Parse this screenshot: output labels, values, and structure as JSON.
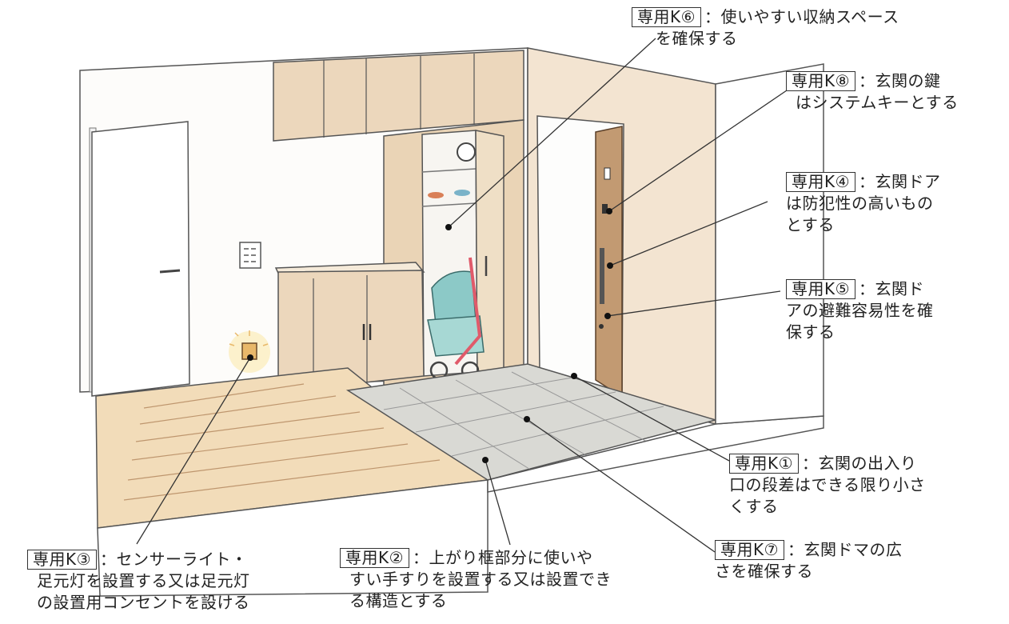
{
  "callouts": {
    "k6": {
      "tag": "専用K⑥",
      "text1": "：使いやすい収納スペース",
      "text2": "を確保する"
    },
    "k8": {
      "tag": "専用K⑧",
      "text1": "：玄関の鍵",
      "text2": "はシステムキーとする"
    },
    "k4": {
      "tag": "専用K④",
      "text1": "：玄関ドア",
      "text2": "は防犯性の高いもの",
      "text3": "とする"
    },
    "k5": {
      "tag": "専用K⑤",
      "text1": "：玄関ド",
      "text2": "アの避難容易性を確",
      "text3": "保する"
    },
    "k1": {
      "tag": "専用K①",
      "text1": "：玄関の出入り",
      "text2": "口の段差はできる限り小さ",
      "text3": "くする"
    },
    "k7": {
      "tag": "専用K⑦",
      "text1": "：玄関ドマの広",
      "text2": "さを確保する"
    },
    "k3": {
      "tag": "専用K③",
      "text1": "：センサーライト・",
      "text2": "足元灯を設置する又は足元灯",
      "text3": "の設置用コンセントを設ける"
    },
    "k2": {
      "tag": "専用K②",
      "text1": "：上がり框部分に使いや",
      "text2": "すい手すりを設置する又は設置でき",
      "text3": "る構造とする"
    }
  },
  "colors": {
    "wood": "#e9d6bd",
    "wood_dark": "#c9a985",
    "floor_tile": "#d9d9d4",
    "door": "#c29a72",
    "stroller": "#8cc9c7",
    "stroller_frame": "#e05a6a"
  }
}
